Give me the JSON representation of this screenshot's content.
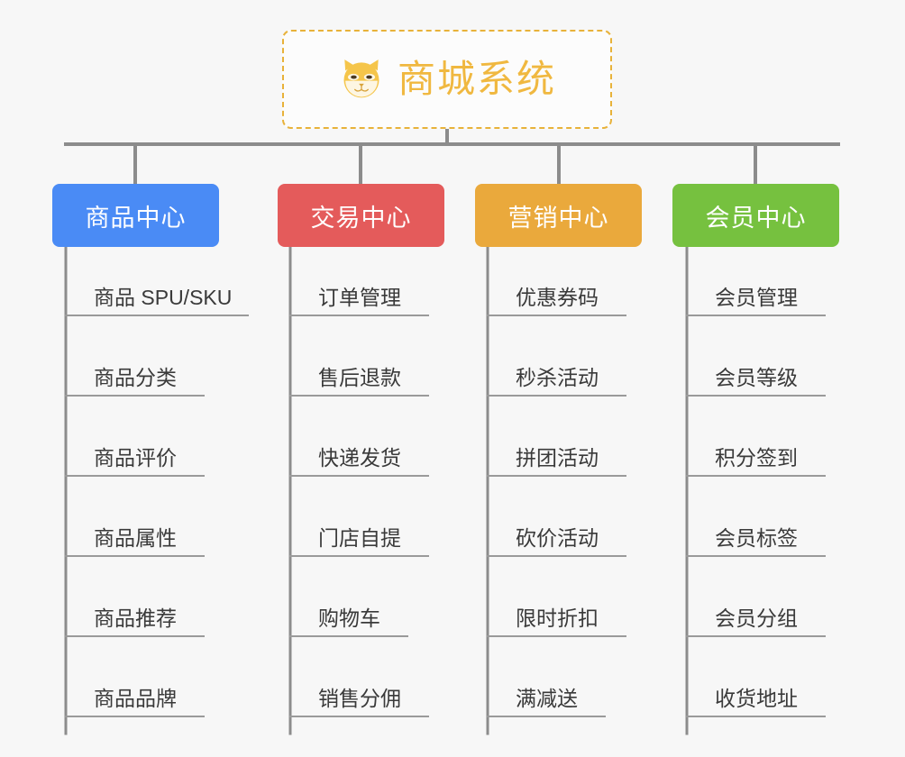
{
  "diagram": {
    "type": "org-chart",
    "background_color": "#f7f7f7",
    "root": {
      "title": "商城系统",
      "icon": "shiba-dog-face-emoji",
      "border_color": "#e8b23a",
      "text_color": "#f0b840",
      "border_style": "dashed"
    },
    "connector_color": "#8c8c8c",
    "columns": [
      {
        "id": "product-center",
        "label": "商品中心",
        "color": "#4a8bf5",
        "items": [
          "商品 SPU/SKU",
          "商品分类",
          "商品评价",
          "商品属性",
          "商品推荐",
          "商品品牌"
        ]
      },
      {
        "id": "trade-center",
        "label": "交易中心",
        "color": "#e45b5b",
        "items": [
          "订单管理",
          "售后退款",
          "快递发货",
          "门店自提",
          "购物车",
          "销售分佣"
        ]
      },
      {
        "id": "marketing-center",
        "label": "营销中心",
        "color": "#eaa93c",
        "items": [
          "优惠券码",
          "秒杀活动",
          "拼团活动",
          "砍价活动",
          "限时折扣",
          "满减送"
        ]
      },
      {
        "id": "member-center",
        "label": "会员中心",
        "color": "#76c13f",
        "items": [
          "会员管理",
          "会员等级",
          "积分签到",
          "会员标签",
          "会员分组",
          "收货地址"
        ]
      }
    ]
  }
}
